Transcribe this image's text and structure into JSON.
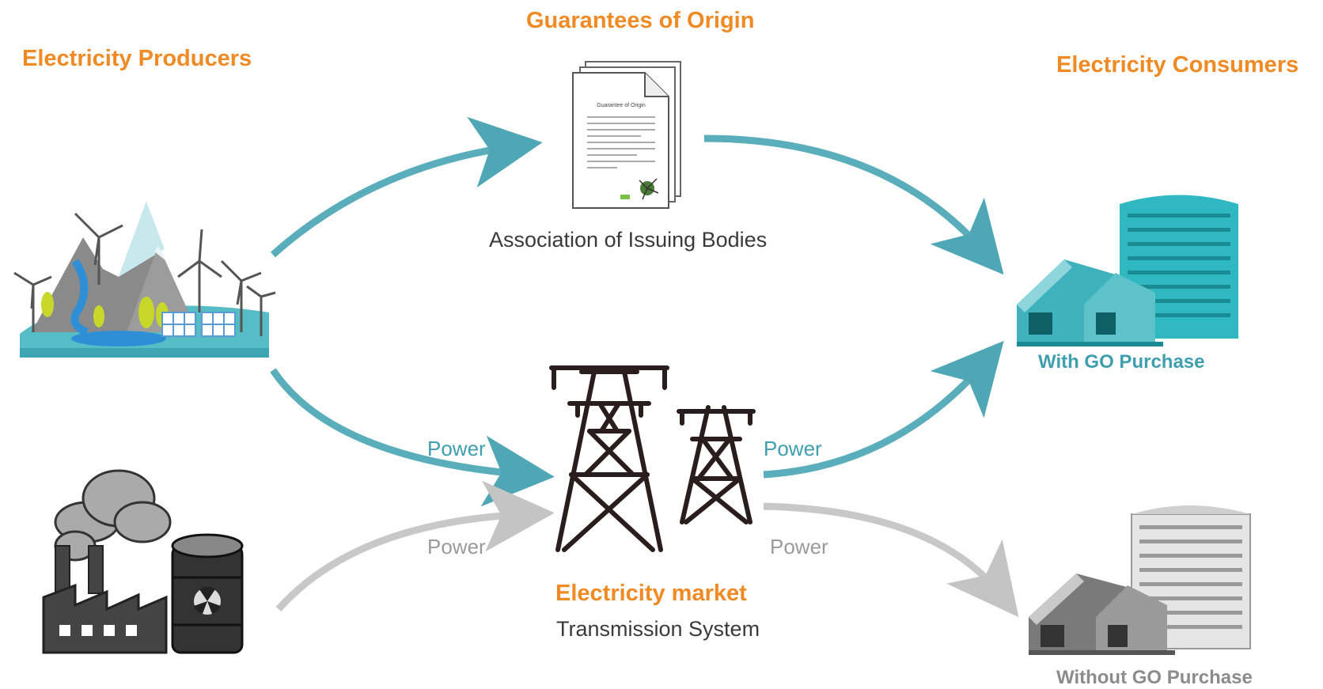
{
  "titles": {
    "producers": "Electricity Producers",
    "guarantees": "Guarantees of Origin",
    "consumers": "Electricity Consumers",
    "market": "Electricity market"
  },
  "subtitles": {
    "issuing_bodies": "Association of Issuing Bodies",
    "transmission": "Transmission System"
  },
  "document": {
    "heading": "Guarantee of Origin"
  },
  "flows": {
    "power_renewable_in": "Power",
    "power_renewable_out": "Power",
    "power_fossil_in": "Power",
    "power_fossil_out": "Power"
  },
  "consumers": {
    "with_go": "With GO Purchase",
    "without_go": "Without GO Purchase"
  },
  "colors": {
    "accent_orange": "#f08a24",
    "teal": "#4fa7b5",
    "gray": "#c4c4c4",
    "dark": "#222222"
  }
}
